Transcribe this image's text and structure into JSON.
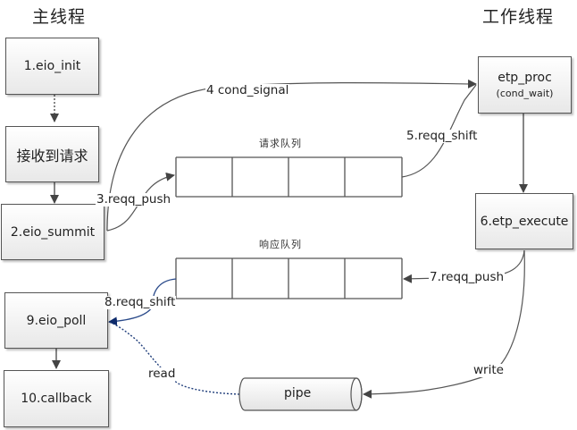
{
  "titles": {
    "main_thread": "主线程",
    "worker_thread": "工作线程"
  },
  "nodes": {
    "eio_init": "1.eio_init",
    "receive_request": "接收到请求",
    "eio_summit": "2.eio_summit",
    "eio_poll": "9.eio_poll",
    "callback": "10.callback",
    "etp_proc": "etp_proc",
    "etp_proc_sub": "(cond_wait)",
    "etp_execute": "6.etp_execute",
    "pipe": "pipe"
  },
  "queues": {
    "request_queue": {
      "label": "请求队列",
      "slots": 4
    },
    "response_queue": {
      "label": "响应队列",
      "slots": 4
    }
  },
  "edges": {
    "reqq_push_3": "3.reqq_push",
    "cond_signal_4": "4 cond_signal",
    "reqq_shift_5": "5.reqq_shift",
    "reqq_push_7": "7.reqq_push",
    "reqq_shift_8": "8.reqq_shift",
    "read": "read",
    "write": "write"
  },
  "colors": {
    "line": "#555555",
    "blue_line": "#1f3d7a"
  }
}
